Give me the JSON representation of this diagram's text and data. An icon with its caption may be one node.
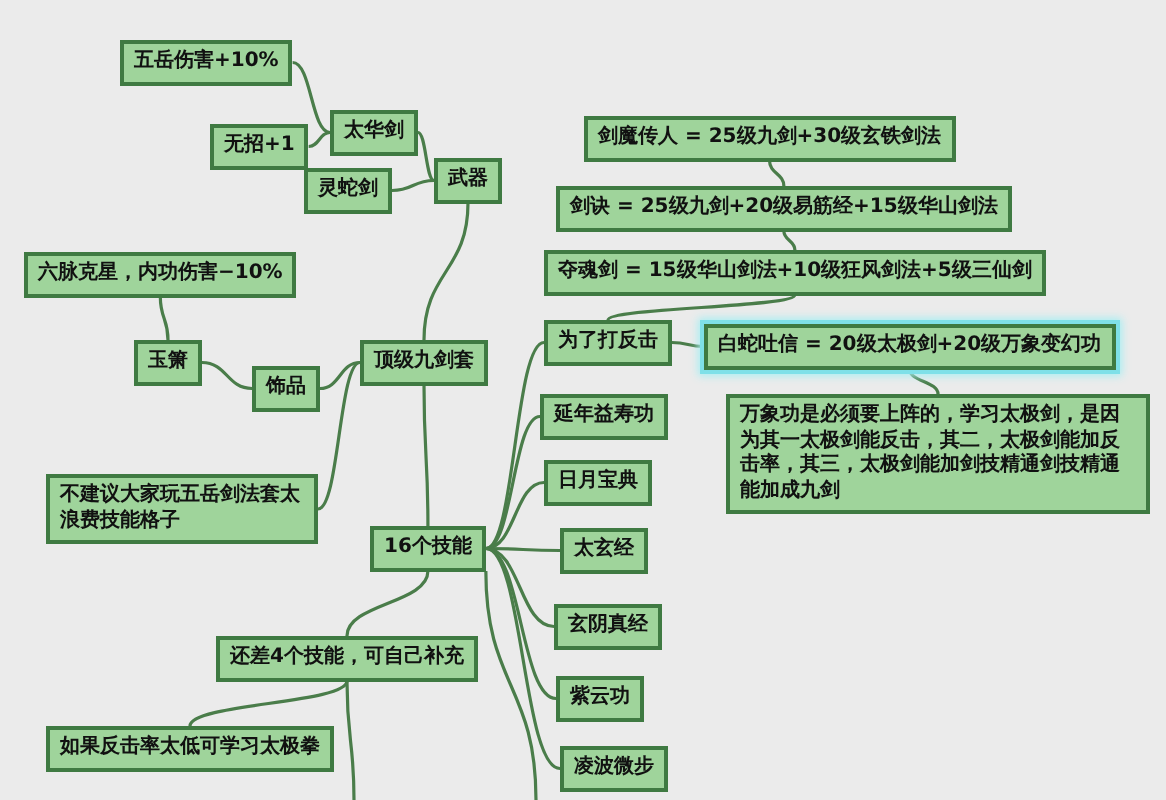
{
  "diagram": {
    "nodes": [
      {
        "text": [
          "五岳伤害+10%"
        ]
      },
      {
        "text": [
          "太华剑"
        ]
      },
      {
        "text": [
          "无招+1"
        ]
      },
      {
        "text": [
          "灵蛇剑"
        ]
      },
      {
        "text": [
          "武器"
        ]
      },
      {
        "text": [
          "六脉克星，内功伤害−10%"
        ]
      },
      {
        "text": [
          "玉箫"
        ]
      },
      {
        "text": [
          "饰品"
        ]
      },
      {
        "text": [
          "顶级九剑套"
        ]
      },
      {
        "text": [
          "剑魔传人 = 25级九剑+30级玄铁剑法"
        ]
      },
      {
        "text": [
          "剑诀 = 25级九剑+20级易筋经+15级华山剑法"
        ]
      },
      {
        "text": [
          "夺魂剑 = 15级华山剑法+10级狂风剑法+5级三仙剑"
        ]
      },
      {
        "text": [
          "为了打反击"
        ]
      },
      {
        "text": [
          "白蛇吐信 = 20级太极剑+20级万象变幻功"
        ]
      },
      {
        "text": [
          "延年益寿功"
        ]
      },
      {
        "text": [
          "万象功是必须要上阵的，学习太极剑，是因为其一太极剑能反击，其二，太极剑能加反击率，其三，太极剑能加剑技精通剑技精通能加成九剑"
        ]
      },
      {
        "text": [
          "日月宝典"
        ]
      },
      {
        "text": [
          "不建议大家玩五岳剑法套太浪费技能格子"
        ]
      },
      {
        "text": [
          "16个技能"
        ]
      },
      {
        "text": [
          "太玄经"
        ]
      },
      {
        "text": [
          "玄阴真经"
        ]
      },
      {
        "text": [
          "还差4个技能，可自己补充"
        ]
      },
      {
        "text": [
          "紫云功"
        ]
      },
      {
        "text": [
          "如果反击率太低可学习太极拳"
        ]
      },
      {
        "text": [
          "凌波微步"
        ]
      }
    ],
    "edges": [
      {
        "from": 1,
        "to": 0,
        "arrow": "none"
      },
      {
        "from": 1,
        "to": 2,
        "arrow": "none"
      },
      {
        "from": 4,
        "to": 1,
        "arrow": "none"
      },
      {
        "from": 4,
        "to": 3,
        "arrow": "none"
      },
      {
        "from": 8,
        "to": 4,
        "arrow": "none"
      },
      {
        "from": 6,
        "to": 5,
        "arrow": "none"
      },
      {
        "from": 7,
        "to": 6,
        "arrow": "none"
      },
      {
        "from": 8,
        "to": 7,
        "arrow": "none"
      },
      {
        "from": 8,
        "to": 17,
        "arrow": "none"
      },
      {
        "from": 8,
        "to": 18,
        "arrow": "none"
      },
      {
        "from": 10,
        "to": 9,
        "arrow": "none"
      },
      {
        "from": 11,
        "to": 10,
        "arrow": "none"
      },
      {
        "from": 12,
        "to": 11,
        "arrow": "none"
      },
      {
        "from": 12,
        "to": 13,
        "arrow": "none"
      },
      {
        "from": 13,
        "to": 15,
        "arrow": "none"
      },
      {
        "from": 18,
        "to": 12,
        "arrow": "none"
      },
      {
        "from": 18,
        "to": 14,
        "arrow": "none"
      },
      {
        "from": 18,
        "to": 16,
        "arrow": "none"
      },
      {
        "from": 18,
        "to": 19,
        "arrow": "none"
      },
      {
        "from": 18,
        "to": 20,
        "arrow": "none"
      },
      {
        "from": 18,
        "to": 22,
        "arrow": "none"
      },
      {
        "from": 18,
        "to": 24,
        "arrow": "none"
      },
      {
        "from": 18,
        "to": 21,
        "arrow": "none"
      },
      {
        "from": 21,
        "to": 23,
        "arrow": "none"
      },
      {
        "from": 21,
        "to": null,
        "arrow": "none"
      },
      {
        "from": 18,
        "to": null,
        "arrow": "none"
      }
    ]
  }
}
